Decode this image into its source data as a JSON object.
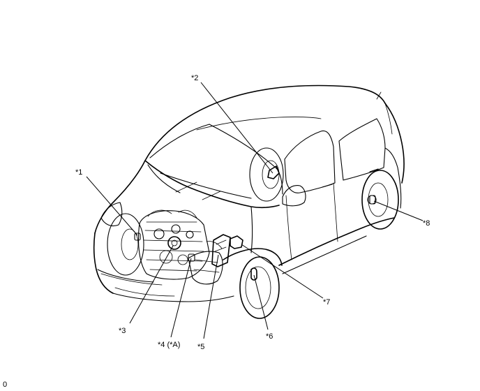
{
  "callouts": [
    {
      "id": "1",
      "label": "*1"
    },
    {
      "id": "2",
      "label": "*2"
    },
    {
      "id": "3",
      "label": "*3"
    },
    {
      "id": "4",
      "label": "*4 (*A)"
    },
    {
      "id": "5",
      "label": "*5"
    },
    {
      "id": "6",
      "label": "*6"
    },
    {
      "id": "7",
      "label": "*7"
    },
    {
      "id": "8",
      "label": "*8"
    }
  ],
  "footer": {
    "code": "0"
  }
}
